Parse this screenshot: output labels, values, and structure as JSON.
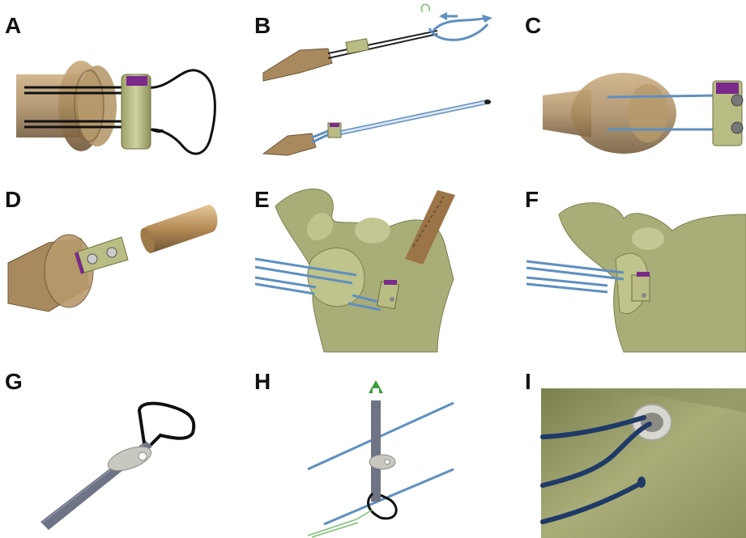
{
  "panels": [
    {
      "label": "A"
    },
    {
      "label": "B"
    },
    {
      "label": "C"
    },
    {
      "label": "D"
    },
    {
      "label": "E"
    },
    {
      "label": "F"
    },
    {
      "label": "G"
    },
    {
      "label": "H"
    },
    {
      "label": "I"
    }
  ],
  "colors": {
    "implant_olive": "#b9bd84",
    "bone_olive": "#a9ad78",
    "bone_dark": "#8d9160",
    "sleeve_bronze": "#a98a5e",
    "suture_blue": "#5f8fc0",
    "suture_dark": "#1f3a66",
    "loop_black": "#111111",
    "cap_purple": "#7a2a8a",
    "shaft_gray": "#6f7386",
    "washer_silver": "#c8c8c0",
    "arrow_green": "#3aa03a"
  }
}
